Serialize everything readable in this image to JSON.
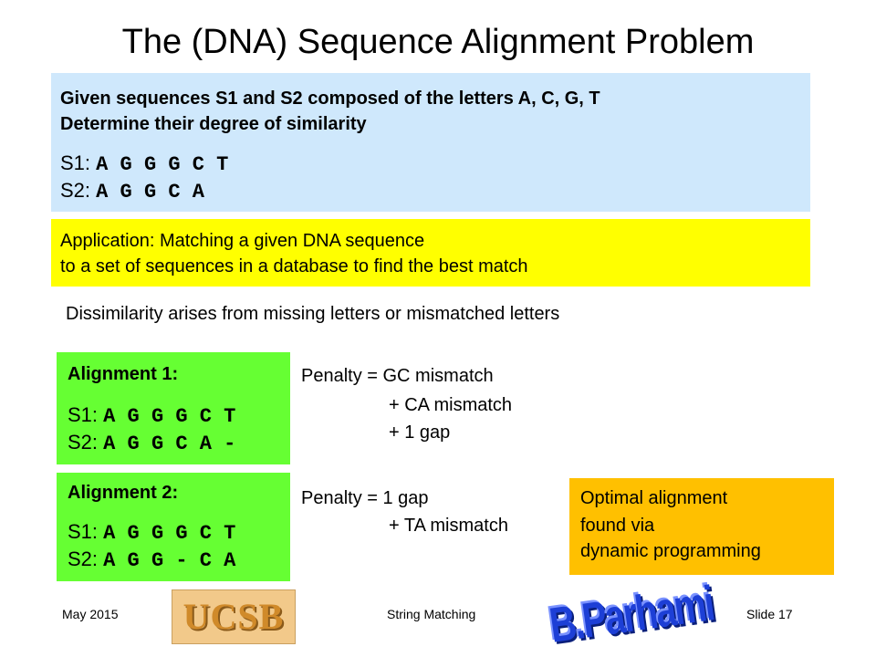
{
  "title": "The (DNA) Sequence Alignment Problem",
  "problem": {
    "line1": "Given sequences S1 and S2 composed of  the letters A, C, G, T",
    "line2": "Determine their degree of similarity",
    "s1_label": "S1: ",
    "s1_seq": "A G G G C T",
    "s2_label": "S2: ",
    "s2_seq": "A G G C A"
  },
  "application": {
    "line1": "Application: Matching a given DNA sequence",
    "line2": "to a set of sequences in a database to find the best match"
  },
  "dissimilarity": "Dissimilarity arises from missing letters or mismatched letters",
  "alignment1": {
    "heading": "Alignment 1:",
    "s1_label": "S1: ",
    "s1_seq": "A G G G C T",
    "s2_label": "S2: ",
    "s2_seq": "A G G C A -"
  },
  "penalty1": {
    "line1": "Penalty = GC mismatch",
    "line2": "+ CA mismatch",
    "line3": "+ 1 gap"
  },
  "alignment2": {
    "heading": "Alignment 2:",
    "s1_label": "S1: ",
    "s1_seq": "A G G G C T",
    "s2_label": "S2: ",
    "s2_seq": "A G G - C A"
  },
  "penalty2": {
    "line1": "Penalty = 1 gap",
    "line2": "+ TA mismatch"
  },
  "optimal": {
    "line1": "Optimal alignment",
    "line2": "found via",
    "line3": "dynamic programming"
  },
  "footer": {
    "date": "May 2015",
    "ucsb_logo": "UCSB",
    "topic": "String Matching",
    "author_logo": "B.Parhami",
    "slide": "Slide 17"
  },
  "colors": {
    "problem_bg": "#cfe8fc",
    "application_bg": "#ffff00",
    "alignment_bg": "#66ff33",
    "optimal_bg": "#ffc000"
  }
}
